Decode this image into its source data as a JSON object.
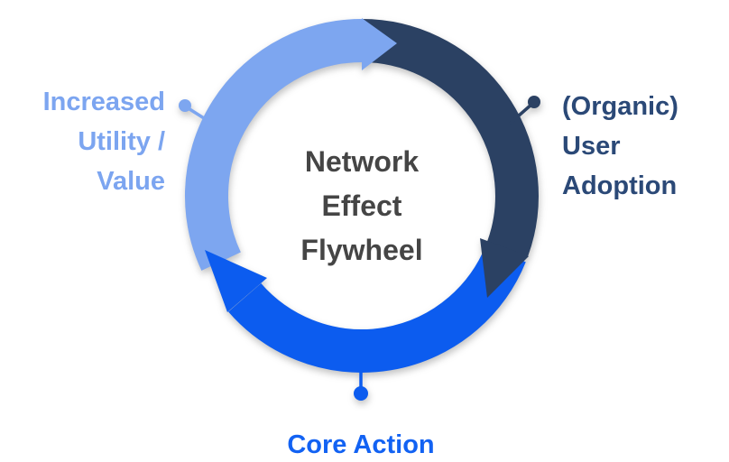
{
  "title": {
    "lines": [
      "Network",
      "Effect",
      "Flywheel"
    ],
    "color": "#454545"
  },
  "labels": {
    "increased_utility": {
      "lines": [
        "Increased",
        "Utility /",
        "Value"
      ],
      "color": "#7CA5F0"
    },
    "user_adoption": {
      "lines": [
        "(Organic)",
        "User",
        "Adoption"
      ],
      "color": "#2B4977"
    },
    "core_action": {
      "lines": [
        "Core Action"
      ],
      "color": "#1262F3"
    }
  },
  "colors": {
    "arc_light_blue": "#7DA6F0",
    "arc_navy": "#2B4163",
    "arc_blue": "#0C5CEF",
    "background": "#FFFFFF"
  },
  "diagram": {
    "type": "cycle-flywheel",
    "direction": "clockwise",
    "steps": [
      {
        "label": "Increased Utility / Value",
        "color": "#7DA6F0",
        "position": "upper-left"
      },
      {
        "label": "(Organic) User Adoption",
        "color": "#2B4163",
        "position": "right"
      },
      {
        "label": "Core Action",
        "color": "#0C5CEF",
        "position": "bottom"
      }
    ]
  }
}
